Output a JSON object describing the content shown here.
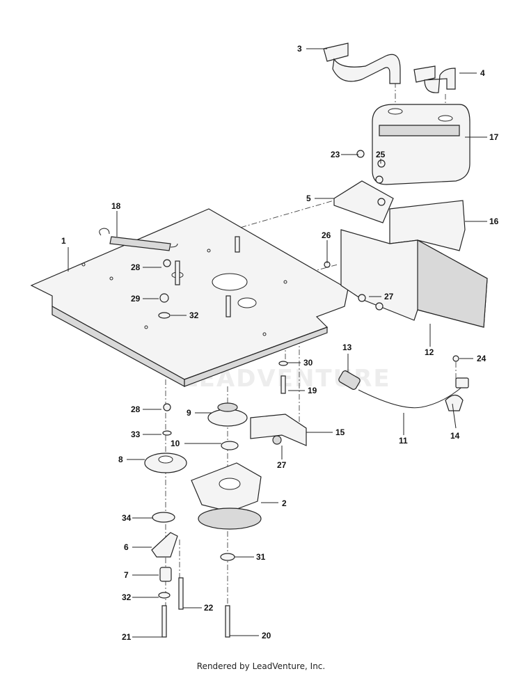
{
  "footer": {
    "credit": "Rendered by LeadVenture, Inc."
  },
  "watermark": {
    "text": "LEADVENTURE"
  },
  "callouts": [
    "1",
    "2",
    "3",
    "4",
    "5",
    "6",
    "7",
    "8",
    "9",
    "10",
    "11",
    "12",
    "13",
    "14",
    "15",
    "16",
    "17",
    "18",
    "19",
    "20",
    "21",
    "22",
    "23",
    "24",
    "25",
    "26",
    "27",
    "27",
    "28",
    "28",
    "29",
    "30",
    "31",
    "32",
    "32",
    "33",
    "34"
  ]
}
